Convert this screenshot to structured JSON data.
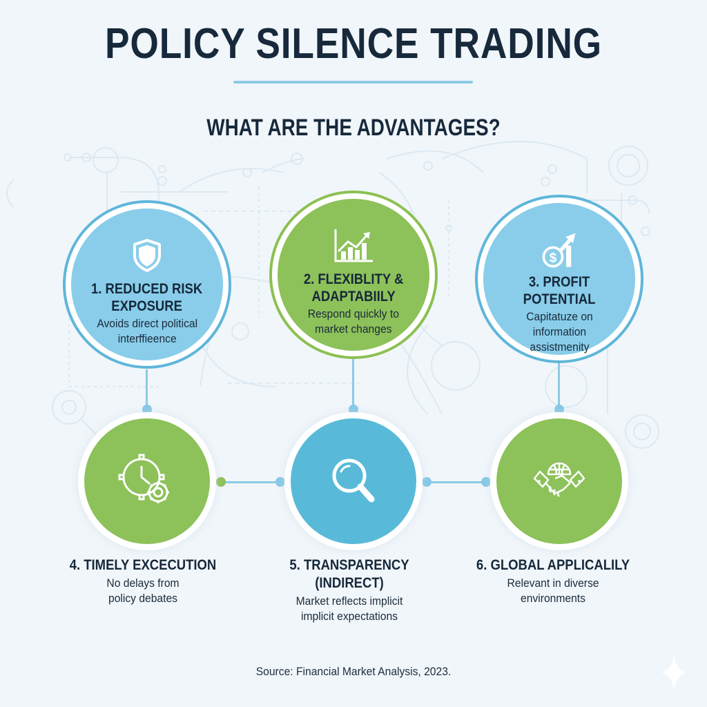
{
  "header": {
    "title": "POLICY SILENCE TRADING",
    "subtitle": "WHAT ARE THE ADVANTAGES?"
  },
  "colors": {
    "background": "#f1f6fa",
    "dark_text": "#17293b",
    "blue_fill": "#89cdea",
    "blue_ring": "#5fb6da",
    "deep_blue_fill": "#58bad8",
    "green_fill": "#8dc15a",
    "green_ring": "#8cc052",
    "connector": "#8ccbe6"
  },
  "advantages": [
    {
      "number": 1,
      "heading": "1. REDUCED RISK\nEXPOSURE",
      "description": "Avoids direct political\ninterffieence",
      "icon": "shield-icon",
      "color": "blue"
    },
    {
      "number": 2,
      "heading": "2. FLEXIBLITY &\nADAPTABIILY",
      "description": "Respond quickly to\nmarket changes",
      "icon": "bar-chart-growth-icon",
      "color": "green"
    },
    {
      "number": 3,
      "heading": "3. PROFIT POTENTIAL",
      "description": "Capitatuze on\ninformation\nassistmenity",
      "icon": "dollar-growth-arrow-icon",
      "color": "blue"
    },
    {
      "number": 4,
      "heading": "4. TIMELY EXCECUTION",
      "description": "No delays from\npolicy debates",
      "icon": "clock-gear-icon",
      "color": "green"
    },
    {
      "number": 5,
      "heading": "5. TRANSPARENCY (INDIRECT)",
      "description": "Market reflects implicit\nimplicit expectations",
      "icon": "magnifying-glass-icon",
      "color": "blue"
    },
    {
      "number": 6,
      "heading": "6. GLOBAL APPLICALILY",
      "description": "Relevant in diverse\nenvironments",
      "icon": "globe-handshake-icon",
      "color": "green"
    }
  ],
  "footer": {
    "source": "Source: Financial Market Analysis, 2023."
  }
}
